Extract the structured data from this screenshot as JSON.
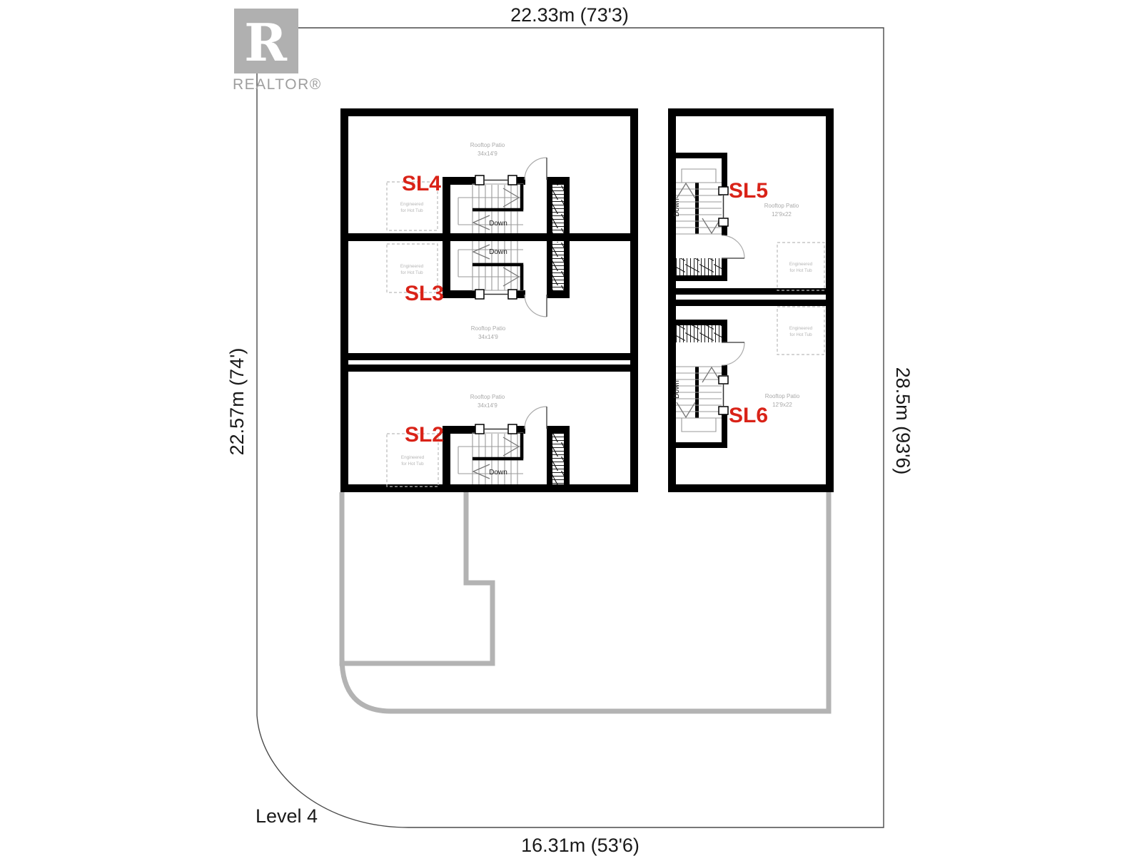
{
  "branding": {
    "logo_letter": "R",
    "logo_wordmark": "REALTOR®"
  },
  "plan": {
    "level_label": "Level 4"
  },
  "dimensions": {
    "top": "22.33m (73'3)",
    "left": "22.57m (74')",
    "right": "28.5m (93'6)",
    "bottom": "16.31m (53'6)"
  },
  "units": [
    {
      "id": "SL4",
      "patio_name": "Rooftop Patio",
      "patio_size": "34x14'9",
      "hot_tub_line1": "Engineered",
      "hot_tub_line2": "for Hot Tub",
      "stair_direction": "Down"
    },
    {
      "id": "SL3",
      "patio_name": "Rooftop Patio",
      "patio_size": "34x14'9",
      "hot_tub_line1": "Engineered",
      "hot_tub_line2": "for Hot Tub",
      "stair_direction": "Down"
    },
    {
      "id": "SL2",
      "patio_name": "Rooftop Patio",
      "patio_size": "34x14'9",
      "hot_tub_line1": "Engineered",
      "hot_tub_line2": "for Hot Tub",
      "stair_direction": "Down"
    },
    {
      "id": "SL5",
      "patio_name": "Rooftop Patio",
      "patio_size": "12'9x22",
      "hot_tub_line1": "Engineered",
      "hot_tub_line2": "for Hot Tub",
      "stair_direction": "Down"
    },
    {
      "id": "SL6",
      "patio_name": "Rooftop Patio",
      "patio_size": "12'9x22",
      "hot_tub_line1": "Engineered",
      "hot_tub_line2": "for Hot Tub",
      "stair_direction": "Down"
    }
  ],
  "colors": {
    "walls": "#000000",
    "unit_label": "#d92318",
    "lower_level_outline": "#b3b3b3",
    "boundary_line": "#4a4a4a",
    "light_text": "#a9a9a9",
    "logo_gray": "#b0b0b0"
  }
}
